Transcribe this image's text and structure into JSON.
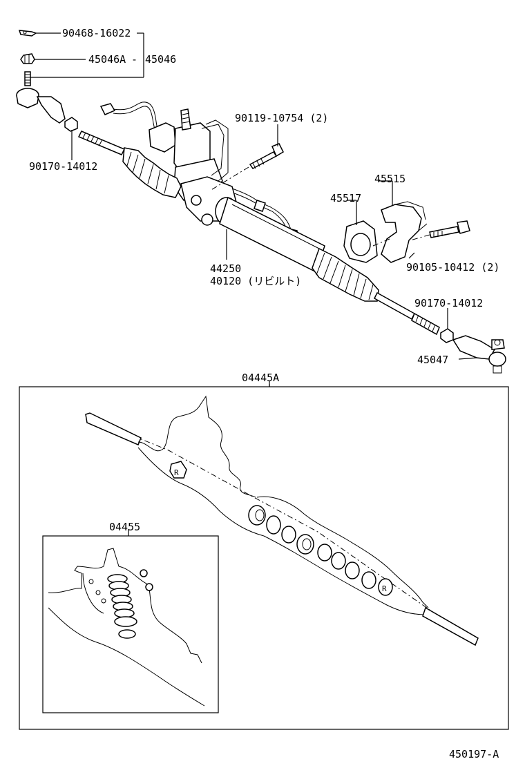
{
  "callouts": {
    "p90468": "90468-16022",
    "p45046a": "45046A",
    "p45046": "45046",
    "p90170_left": "90170-14012",
    "p90119": "90119-10754 (2)",
    "p45515": "45515",
    "p45517": "45517",
    "p90105": "90105-10412 (2)",
    "p44250": "44250",
    "p40120": "40120 (リビルト)",
    "p90170_right": "90170-14012",
    "p45047": "45047",
    "p04445a": "04445A",
    "p04455": "04455"
  },
  "footer": {
    "diagram_id": "450197-A"
  }
}
